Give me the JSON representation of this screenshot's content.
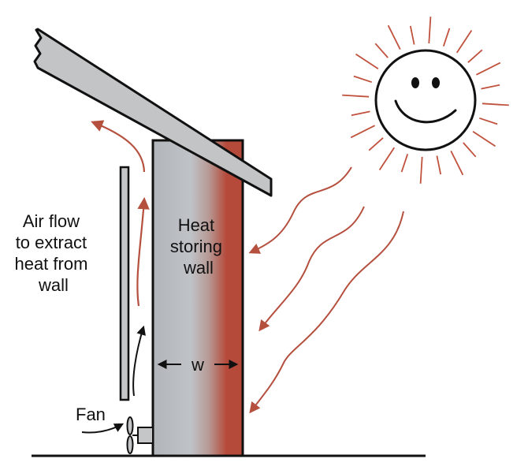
{
  "labels": {
    "air_flow": [
      "Air flow",
      "to extract",
      "heat from",
      "wall"
    ],
    "wall": [
      "Heat",
      "storing",
      "wall"
    ],
    "width": "w",
    "fan": "Fan"
  },
  "colors": {
    "wall_gray": "#b4b8bd",
    "wall_hot": "#b5493a",
    "roof": "#c2c3c4",
    "arrow_heat": "#b5503f",
    "sun_rays": "#c0513d",
    "outline": "#111111"
  },
  "icons": [
    "sun-icon",
    "fan-icon"
  ]
}
